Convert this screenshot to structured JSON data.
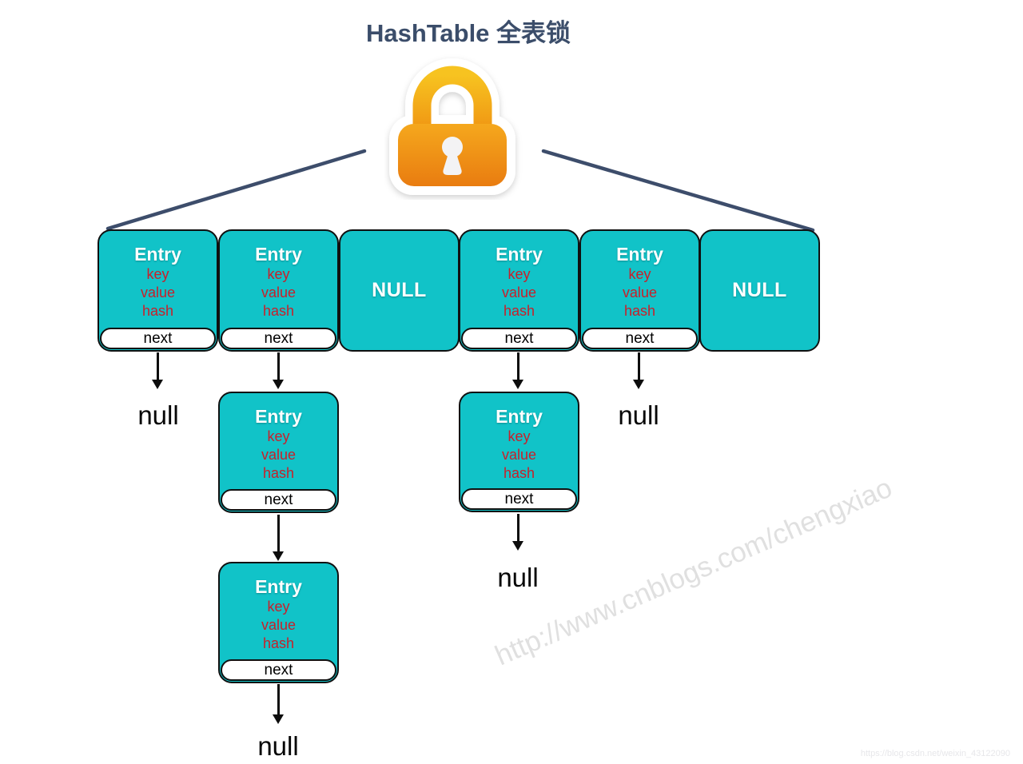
{
  "title": "HashTable 全表锁",
  "lock": {
    "icon": "padlock-icon"
  },
  "entry_box": {
    "title": "Entry",
    "fields": [
      "key",
      "value",
      "hash"
    ],
    "next": "next"
  },
  "null_box_label": "NULL",
  "null_pointer_label": "null",
  "buckets": [
    {
      "type": "entry"
    },
    {
      "type": "entry"
    },
    {
      "type": "null"
    },
    {
      "type": "entry"
    },
    {
      "type": "entry"
    },
    {
      "type": "null"
    }
  ],
  "watermarks": {
    "diagonal": "http://www.cnblogs.com/chengxiao",
    "corner": "https://blog.csdn.net/weixin_43122090"
  },
  "colors": {
    "bucket_teal": "#11c3c8",
    "field_red": "#c8202b",
    "title_navy": "#3b4d6a",
    "connector_navy": "#3d4d6b",
    "lock_gold": "#f6bd1b",
    "lock_orange": "#ed7d11",
    "watermark_gray": "#e0e0e0"
  }
}
